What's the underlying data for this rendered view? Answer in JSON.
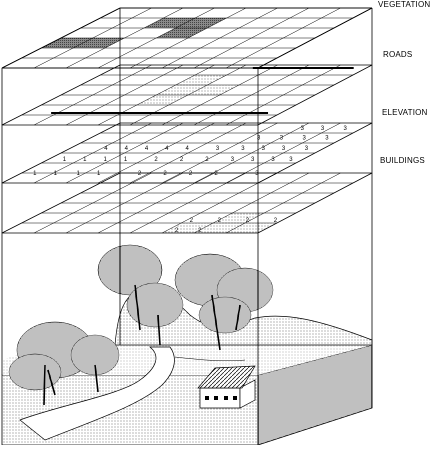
{
  "layers": [
    {
      "key": "vegetation",
      "label": "VEGETATION"
    },
    {
      "key": "roads",
      "label": "ROADS"
    },
    {
      "key": "elevation",
      "label": "ELEVATION"
    },
    {
      "key": "buildings",
      "label": "BUILDINGS"
    }
  ],
  "elevation_values": {
    "row1": [
      "3",
      "3",
      "3"
    ],
    "row2": [
      "3",
      "3",
      "3",
      "3"
    ],
    "row3": [
      "4",
      "4",
      "4",
      "4",
      "4",
      "3",
      "3",
      "3",
      "3",
      "3"
    ],
    "row4": [
      "1",
      "1",
      "1",
      "1",
      "2",
      "2",
      "2",
      "3",
      "3",
      "3",
      "3"
    ],
    "row5": [
      "1",
      "1",
      "1",
      "1",
      "2",
      "2",
      "2",
      "2",
      "3"
    ]
  },
  "buildings_values": {
    "row1": [
      "2",
      "2",
      "2",
      "2"
    ],
    "row2": [
      "2",
      "2"
    ]
  },
  "colors": {
    "line": "#000000",
    "background": "#ffffff",
    "stipple": "#555555"
  }
}
